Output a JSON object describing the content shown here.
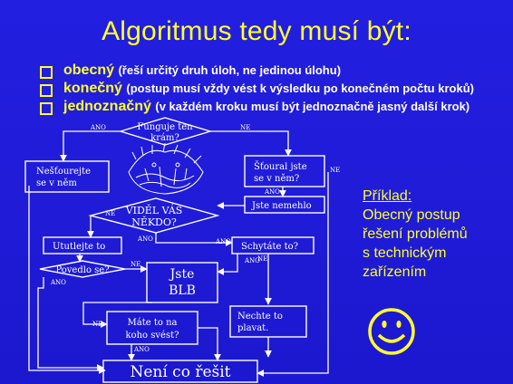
{
  "slide": {
    "title": "Algoritmus tedy musí být:",
    "bullets": [
      {
        "term": "obecný",
        "desc": "(řeší určitý druh úloh, ne jedinou úlohu)"
      },
      {
        "term": "konečný",
        "desc": "(postup musí vždy vést k výsledku po konečném počtu kroků)"
      },
      {
        "term": "jednoznačný",
        "desc": "(v každém kroku musí být jednoznačně jasný další krok)"
      }
    ],
    "example": {
      "heading": "Příklad:",
      "lines": [
        "Obecný postup",
        "řešení problémů",
        "s technickým",
        "zařízením"
      ]
    },
    "colors": {
      "background": "#1f1ad8",
      "accent": "#ffff2e",
      "line": "#ffffff"
    },
    "smiley_icon": "smiley-face-icon"
  },
  "flowchart": {
    "nodes": {
      "funguje": [
        "Funguje ten",
        "krám?"
      ],
      "nesahej": [
        "Nešťourejte",
        "se v něm"
      ],
      "stoural": [
        "Šťoural jste",
        "se v něm?"
      ],
      "nemehlo": [
        "Jste nemehlo"
      ],
      "videl": [
        "VIDĚL VÁS",
        "NĚKDO?"
      ],
      "ututlejte": [
        "Ututlejte to"
      ],
      "schytate": [
        "Schytáte to?"
      ],
      "povedlo": [
        "Povedlo se?"
      ],
      "blb": [
        "Jste",
        "BLB"
      ],
      "nechte": [
        "Nechte to",
        "plavat."
      ],
      "koho": [
        "Máte to na",
        "koho svést?"
      ],
      "neni": [
        "Není co řešit"
      ]
    },
    "edge_labels": {
      "ano": "ANO",
      "ne": "NE"
    }
  }
}
